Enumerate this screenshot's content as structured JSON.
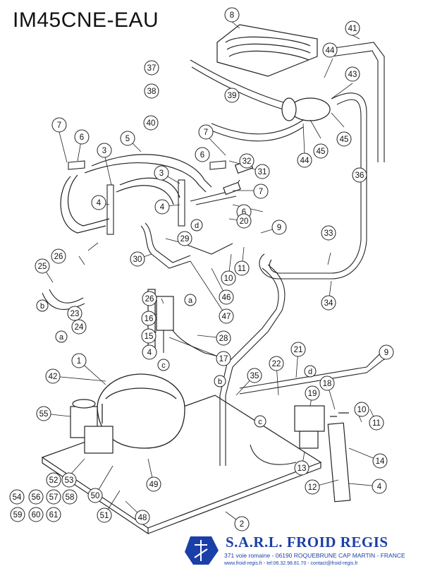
{
  "title": "IM45CNE-EAU",
  "footer": {
    "company": "S.A.R.L. FROID REGIS",
    "address": "371 voie romaine - 06190 ROQUEBRUNE CAP MARTIN - FRANCE",
    "contact": "www.froid-regis.fr - tel:06.32.98.81.70 - contact@froid-regis.fr"
  },
  "parts": [
    {
      "label": "1"
    },
    {
      "label": "2"
    },
    {
      "label": "3"
    },
    {
      "label": "3"
    },
    {
      "label": "4"
    },
    {
      "label": "4"
    },
    {
      "label": "4"
    },
    {
      "label": "4"
    },
    {
      "label": "5"
    },
    {
      "label": "6"
    },
    {
      "label": "6"
    },
    {
      "label": "6"
    },
    {
      "label": "7"
    },
    {
      "label": "7"
    },
    {
      "label": "7"
    },
    {
      "label": "8"
    },
    {
      "label": "9"
    },
    {
      "label": "9"
    },
    {
      "label": "10"
    },
    {
      "label": "10"
    },
    {
      "label": "11"
    },
    {
      "label": "11"
    },
    {
      "label": "12"
    },
    {
      "label": "13"
    },
    {
      "label": "14"
    },
    {
      "label": "15"
    },
    {
      "label": "16"
    },
    {
      "label": "17"
    },
    {
      "label": "18"
    },
    {
      "label": "19"
    },
    {
      "label": "20"
    },
    {
      "label": "21"
    },
    {
      "label": "22"
    },
    {
      "label": "23"
    },
    {
      "label": "24"
    },
    {
      "label": "25"
    },
    {
      "label": "26"
    },
    {
      "label": "26"
    },
    {
      "label": "28"
    },
    {
      "label": "29"
    },
    {
      "label": "30"
    },
    {
      "label": "31"
    },
    {
      "label": "32"
    },
    {
      "label": "33"
    },
    {
      "label": "34"
    },
    {
      "label": "35"
    },
    {
      "label": "36"
    },
    {
      "label": "37"
    },
    {
      "label": "38"
    },
    {
      "label": "39"
    },
    {
      "label": "40"
    },
    {
      "label": "41"
    },
    {
      "label": "42"
    },
    {
      "label": "43"
    },
    {
      "label": "44"
    },
    {
      "label": "44"
    },
    {
      "label": "45"
    },
    {
      "label": "45"
    },
    {
      "label": "46"
    },
    {
      "label": "47"
    },
    {
      "label": "48"
    },
    {
      "label": "49"
    },
    {
      "label": "50"
    },
    {
      "label": "51"
    },
    {
      "label": "55"
    }
  ],
  "connectors": [
    {
      "label": "a"
    },
    {
      "label": "a"
    },
    {
      "label": "b"
    },
    {
      "label": "b"
    },
    {
      "label": "c"
    },
    {
      "label": "c"
    },
    {
      "label": "d"
    },
    {
      "label": "d"
    }
  ],
  "group_labels": [
    {
      "label": "52"
    },
    {
      "label": "53"
    },
    {
      "label": "54"
    },
    {
      "label": "56"
    },
    {
      "label": "57"
    },
    {
      "label": "58"
    },
    {
      "label": "59"
    },
    {
      "label": "60"
    },
    {
      "label": "61"
    }
  ]
}
